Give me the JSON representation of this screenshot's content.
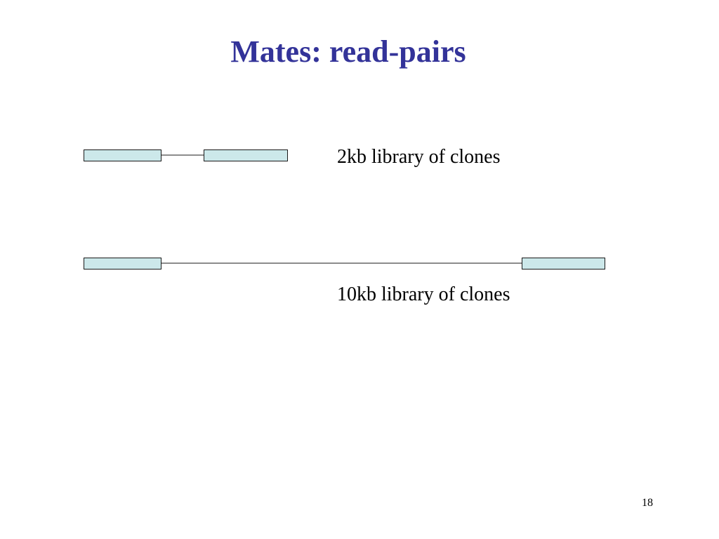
{
  "slide": {
    "title": "Mates: read-pairs",
    "page_number": "18"
  },
  "libraries": [
    {
      "label": "2kb library of clones"
    },
    {
      "label": "10kb library of clones"
    }
  ],
  "colors": {
    "title": "#333399",
    "read_fill": "#cce8ea",
    "outline": "#1a1a1a"
  }
}
